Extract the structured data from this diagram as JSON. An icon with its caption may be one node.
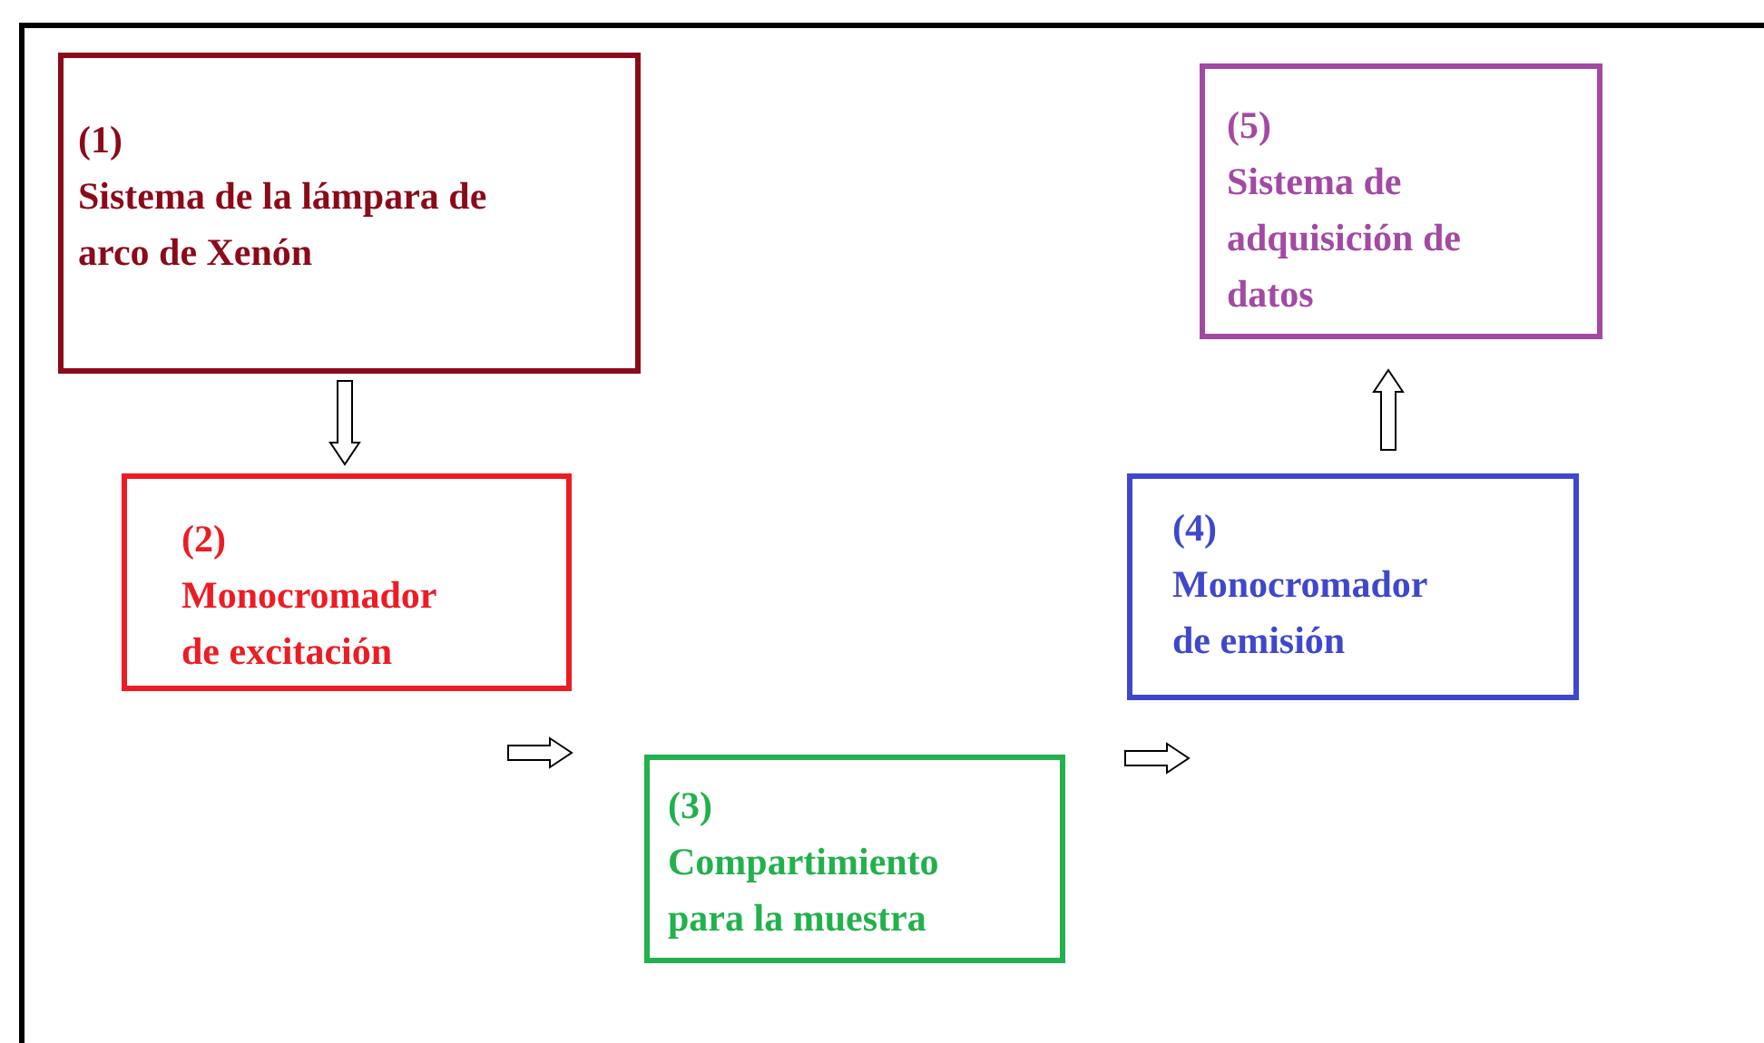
{
  "diagram": {
    "nodes": [
      {
        "text": [
          "(1)",
          "Sistema de la lámpara de arco de Xenón"
        ]
      },
      {
        "text": [
          "(2)",
          "Monocromador de excitación"
        ]
      },
      {
        "text": [
          "(3)",
          "Compartimiento para la muestra"
        ]
      },
      {
        "text": [
          "(4)",
          "Monocromador de emisión"
        ]
      },
      {
        "text": [
          "(5)",
          "Sistema de adquisición de datos"
        ]
      }
    ],
    "edges": [
      {
        "from": 0,
        "to": 1,
        "arrow": "to"
      },
      {
        "from": 1,
        "to": 2,
        "arrow": "to"
      },
      {
        "from": 2,
        "to": 3,
        "arrow": "to"
      },
      {
        "from": 3,
        "to": 4,
        "arrow": "to"
      }
    ]
  }
}
